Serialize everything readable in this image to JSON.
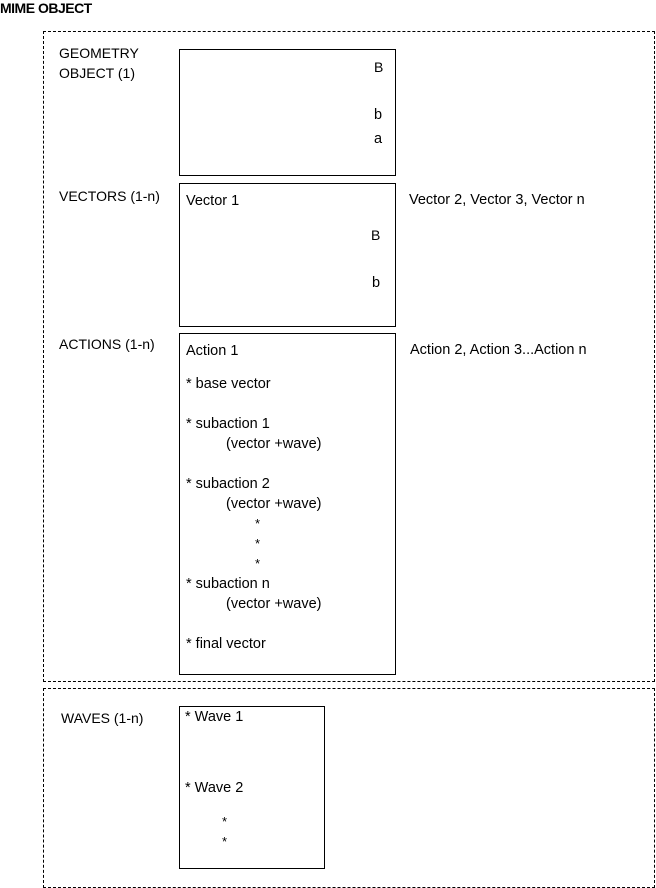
{
  "title": "MIME OBJECT",
  "geometry": {
    "label_line1": "GEOMETRY",
    "label_line2": "OBJECT (1)",
    "marks": [
      "B",
      "b",
      "a"
    ]
  },
  "vectors": {
    "label": "VECTORS (1-n)",
    "box_title": "Vector 1",
    "marks": [
      "B",
      "b"
    ],
    "others": "Vector 2, Vector 3, Vector n"
  },
  "actions": {
    "label": "ACTIONS (1-n)",
    "box_title": "Action 1",
    "others": "Action 2, Action 3...Action n",
    "items": {
      "base": "* base vector",
      "sub1": "* subaction 1",
      "sub1_detail": "(vector +wave)",
      "sub2": "* subaction 2",
      "sub2_detail": "(vector +wave)",
      "ellipsis": "*",
      "subn": "* subaction n",
      "subn_detail": "(vector +wave)",
      "final": "* final vector"
    }
  },
  "waves": {
    "label": "WAVES (1-n)",
    "wave1": "* Wave 1",
    "wave2": "* Wave 2",
    "ellipsis": "*"
  }
}
